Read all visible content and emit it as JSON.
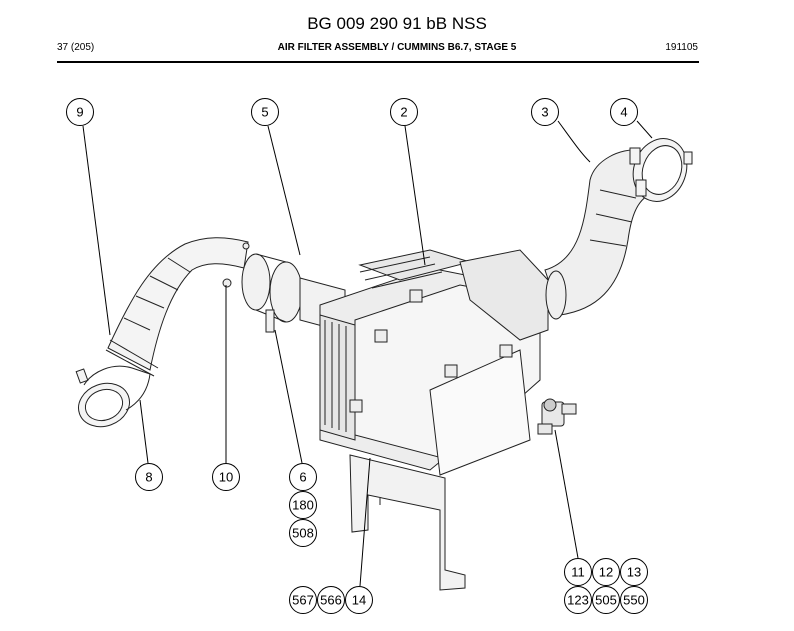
{
  "document": {
    "title": "BG 009 290 91 bB NSS",
    "page": "37 (205)",
    "heading": "AIR FILTER ASSEMBLY / CUMMINS B6.7, STAGE 5",
    "date_code": "191105"
  },
  "balloons": {
    "b9": "9",
    "b5": "5",
    "b2": "2",
    "b3": "3",
    "b4": "4",
    "b8": "8",
    "b10": "10",
    "b6": "6",
    "b180": "180",
    "b508": "508",
    "b567": "567",
    "b566": "566",
    "b14": "14",
    "b11": "11",
    "b12": "12",
    "b13": "13",
    "b123": "123",
    "b505": "505",
    "b550": "550"
  }
}
